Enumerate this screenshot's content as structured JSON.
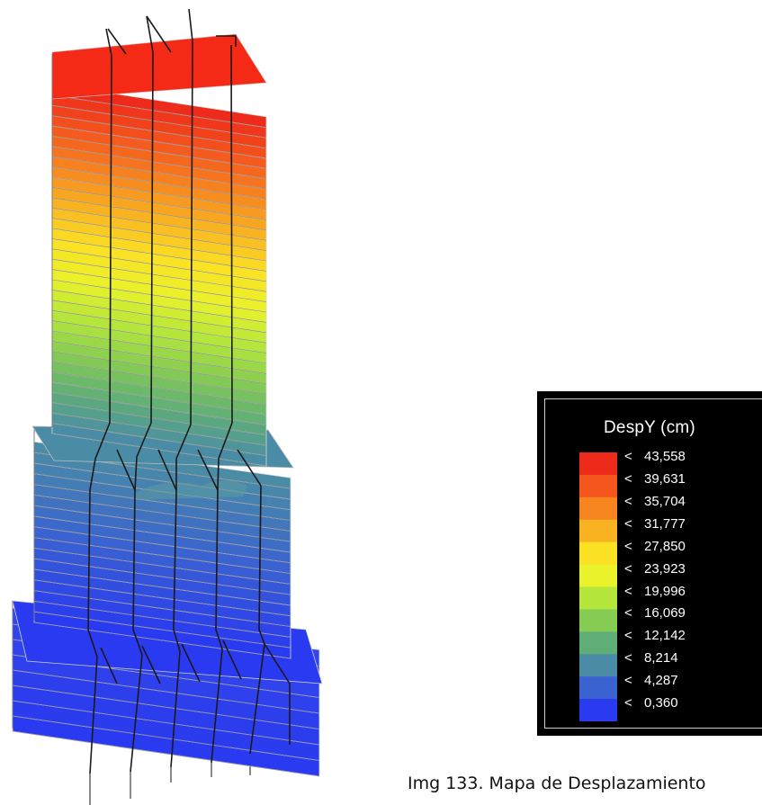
{
  "legend": {
    "title": "DespY (cm)",
    "items": [
      {
        "symbol": "<",
        "value": "43,558",
        "color": "#ee2a1a"
      },
      {
        "symbol": "<",
        "value": "39,631",
        "color": "#f5561e"
      },
      {
        "symbol": "<",
        "value": "35,704",
        "color": "#f7851f"
      },
      {
        "symbol": "<",
        "value": "31,777",
        "color": "#f9b321"
      },
      {
        "symbol": "<",
        "value": "27,850",
        "color": "#fbe123"
      },
      {
        "symbol": "<",
        "value": "23,923",
        "color": "#e9f22a"
      },
      {
        "symbol": "<",
        "value": "19,996",
        "color": "#b5e63b"
      },
      {
        "symbol": "<",
        "value": "16,069",
        "color": "#86cc52"
      },
      {
        "symbol": "<",
        "value": "12,142",
        "color": "#5fae78"
      },
      {
        "symbol": "<",
        "value": "8,214",
        "color": "#4a8ca6"
      },
      {
        "symbol": "<",
        "value": "4,287",
        "color": "#3a62d0"
      },
      {
        "symbol": "<",
        "value": "0,360",
        "color": "#2a3af0"
      }
    ]
  },
  "caption": "Img 133. Mapa de Desplazamiento",
  "model": {
    "upper_tower_colors_top_to_bottom": [
      "#ee2a1a",
      "#f5561e",
      "#f7851f",
      "#f9b321",
      "#fbe123",
      "#e9f22a",
      "#b5e63b",
      "#86cc52",
      "#5fae78",
      "#4a8ca6"
    ],
    "middle_block_colors_top_to_bottom": [
      "#4a8ca6",
      "#3a62d0",
      "#2a3af0"
    ],
    "podium_color": "#2a3af0"
  }
}
